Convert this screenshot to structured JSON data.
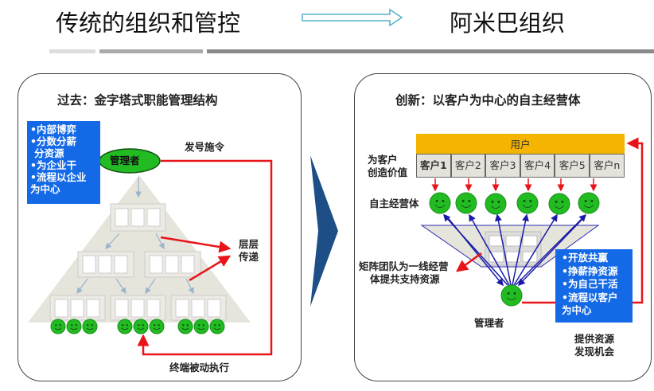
{
  "header": {
    "left_title": "传统的组织和管控",
    "right_title": "阿米巴组织",
    "arrow_icon": "right-arrow-outline"
  },
  "left": {
    "title": "过去：金字塔式职能管理结构",
    "traits": [
      "•内部博弈",
      "•分数分薪",
      " 分资源",
      "•为企业干",
      "•流程以企业",
      "为中心"
    ],
    "manager": "管理者",
    "command_label": "发号施令",
    "relay_label": [
      "层层",
      "传递"
    ],
    "execute_label": "终端被动执行"
  },
  "right": {
    "title": "创新：以客户为中心的自主经营体",
    "users": "用户",
    "customers": [
      "客户1",
      "客户2",
      "客户3",
      "客户4",
      "客户5",
      "客户n"
    ],
    "value_label": [
      "为客户",
      "创造价值"
    ],
    "units_label": "自主经营体",
    "matrix_label": [
      "矩阵团队为一线经营",
      "体提共支持资源"
    ],
    "traits": [
      "•开放共赢",
      "•挣薪挣资源",
      "•为自己干活",
      "•流程以客户",
      "为中心"
    ],
    "manager": "管理者",
    "resource_label": [
      "提供资源",
      "发现机会"
    ]
  },
  "colors": {
    "blue_box": "#1469e6",
    "red": "#e8141a",
    "green": "#22bb22",
    "yellow": "#f5b400",
    "chevron": "#1d4f86"
  }
}
